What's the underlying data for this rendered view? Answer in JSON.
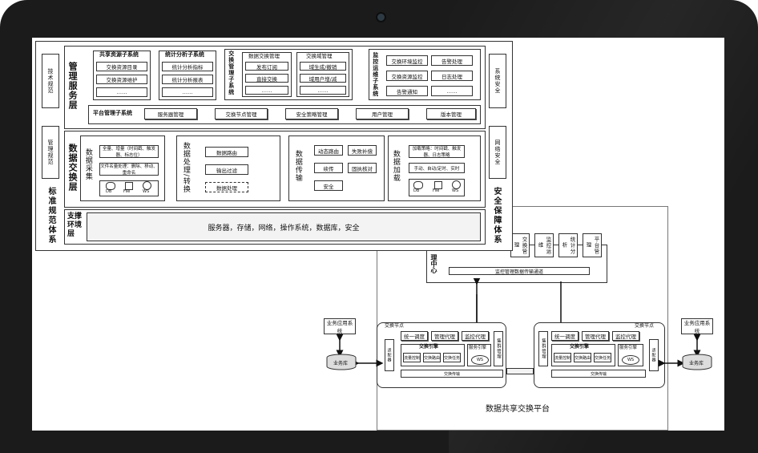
{
  "arch": {
    "tech_spec": "技术规范",
    "mgmt_spec": "管理规范",
    "std_system": "标准规范体系",
    "mgmt_layer": "管理服务层",
    "exchange_layer": "数据交换层",
    "support_layer": "支撑环境层",
    "sys_security": "系统安全",
    "net_security": "网络安全",
    "security_system": "安全保障体系",
    "share_sub": {
      "title": "共享资源子系统",
      "items": [
        "交换资源目录",
        "交换资源维护",
        "……"
      ]
    },
    "stat_sub": {
      "title": "统计分析子系统",
      "items": [
        "统计分析指标",
        "统计分析报表",
        "……"
      ]
    },
    "exch_mgmt_sub": "交换管理子系统",
    "exch_col1": {
      "title": "数据交换管理",
      "items": [
        "发布订阅",
        "直接交换",
        "……"
      ]
    },
    "exch_col2": {
      "title": "交换域管理",
      "items": [
        "域生成/撤销",
        "域用户增/减",
        "……"
      ]
    },
    "monitor_sub": "监控运维子系统",
    "monitor_items": [
      "交换环境监控",
      "告警处理",
      "交换资源监控",
      "日志处理",
      "告警通知",
      "……"
    ],
    "platform_sub": {
      "title": "平台管理子系统",
      "items": [
        "服务器管理",
        "交换节点管理",
        "安全策略管理",
        "用户管理",
        "版本管理"
      ]
    },
    "collect": {
      "title": "数据采集",
      "items": [
        "全量、增量（时间戳、触发器、标志位）",
        "文件名量处理：删除、移动、重命名"
      ],
      "icons": [
        "DB",
        "File",
        "WS"
      ]
    },
    "process": {
      "title": "数据处理/转换",
      "items": [
        "数据路由",
        "输出过滤",
        "数据处理"
      ]
    },
    "transfer": {
      "title": "数据传输",
      "items": [
        "动态路由",
        "失败补偿",
        "续传",
        "固执核对",
        "安全"
      ]
    },
    "load": {
      "title": "数据加载",
      "items": [
        "加载策略：时间戳、触发器、日志策略",
        "手动、自动/定时、实时"
      ],
      "icons": [
        "DB",
        "File",
        "WS"
      ]
    },
    "support_text": "服务器，存储，网络，操作系统，数据库，安全"
  },
  "platform": {
    "center_label": "理中心",
    "center_items": [
      "交换管理",
      "监控运维",
      "统计分析",
      "平台管理"
    ],
    "channel": "监控管理数据传输通道",
    "node_label": "交换节点",
    "node_items": [
      "统一调度",
      "管理代理",
      "监控代理"
    ],
    "engine": "交换引擎",
    "service_engine": "服务引擎",
    "engine_parts": [
      "流量控制",
      "交换路由",
      "交换任务"
    ],
    "ws": "WS",
    "transport": "交换传输",
    "collect_mgmt": "集群管理",
    "adapter": "适配器",
    "biz_system": "业务应用系统",
    "biz_db": "业务库",
    "title": "数据共享交换平台"
  }
}
